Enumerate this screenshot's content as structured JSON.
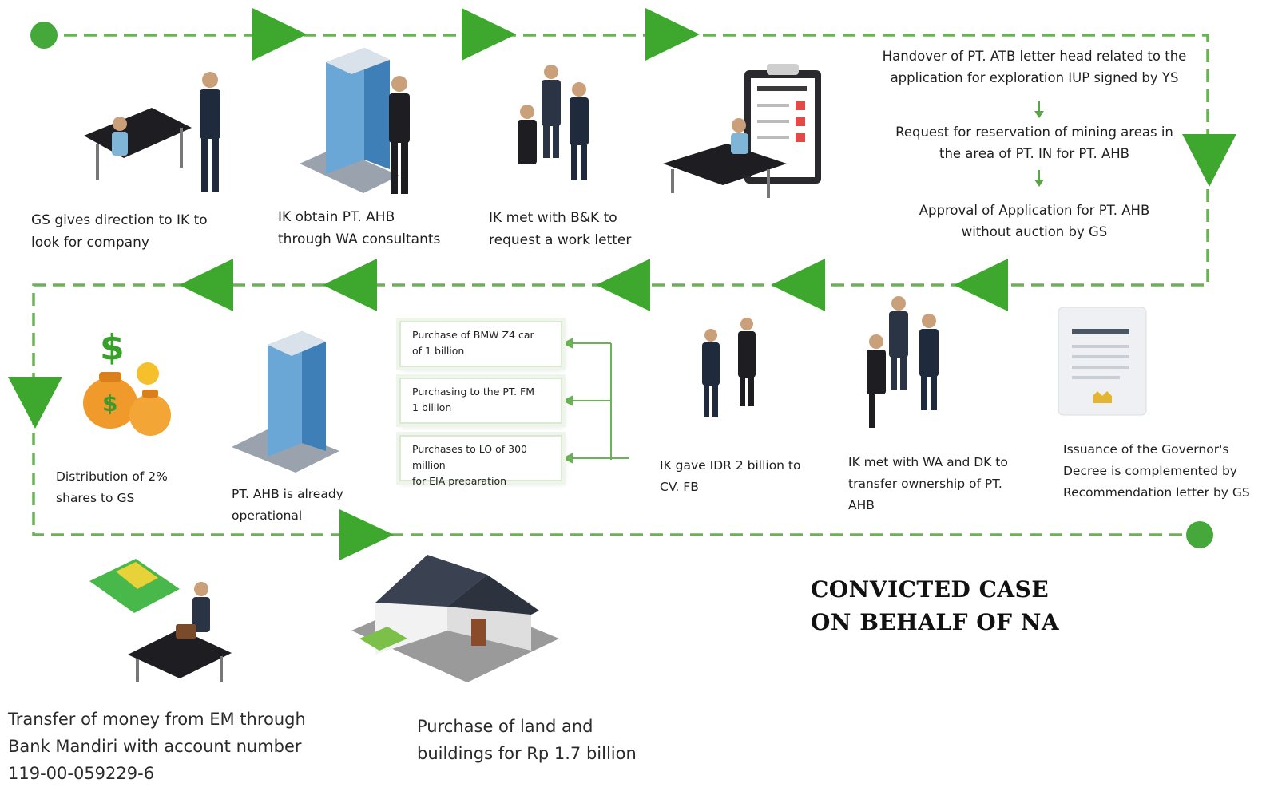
{
  "colors": {
    "flow_line": "#6ab255",
    "arrow": "#3ea82e",
    "dot": "#44a83a"
  },
  "top_row": [
    {
      "label_1": "GS gives direction to IK to",
      "label_2": "look for company",
      "icon": "executive-at-desk-icon"
    },
    {
      "label_1": "IK obtain PT. AHB",
      "label_2": "through WA consultants",
      "icon": "office-building-icon"
    },
    {
      "label_1": "IK met with B&K to",
      "label_2": "request a work letter",
      "icon": "business-handshake-icon"
    },
    {
      "icon": "clipboard-checklist-icon"
    }
  ],
  "process_steps": [
    {
      "line_1": "Handover of PT. ATB letter head related to the",
      "line_2": "application for exploration IUP signed by YS"
    },
    {
      "line_1": "Request for reservation of mining areas in",
      "line_2": "the area of PT. IN for PT. AHB"
    },
    {
      "line_1": "Approval of Application for PT. AHB",
      "line_2": "without auction by GS"
    }
  ],
  "middle_row": [
    {
      "label_1": "Issuance of the Governor's",
      "label_2": "Decree is complemented by",
      "label_3": "Recommendation letter by GS",
      "icon": "decree-document-icon"
    },
    {
      "label_1": "IK met with WA and DK to",
      "label_2": "transfer ownership of PT.",
      "label_3": "AHB",
      "icon": "business-meeting-icon"
    },
    {
      "label_1": "IK gave IDR 2 billion to",
      "label_2": "CV. FB",
      "icon": "two-people-talking-icon"
    },
    {
      "label_1": "PT. AHB is already",
      "label_2": "operational",
      "icon": "office-building-icon"
    },
    {
      "label_1": "Distribution of 2%",
      "label_2": "shares to GS",
      "icon": "money-bags-icon"
    }
  ],
  "purchases": [
    {
      "line_1": "Purchase of BMW Z4 car",
      "line_2": "of 1 billion"
    },
    {
      "line_1": "Purchasing to the PT. FM",
      "line_2": "1 billion"
    },
    {
      "line_1": "Purchases to LO of 300 million",
      "line_2": "for EIA preparation"
    }
  ],
  "bottom_row": [
    {
      "label_1": "Transfer of money from EM through",
      "label_2": "Bank Mandiri with account number",
      "label_3": "119-00-059229-6",
      "icon": "money-transfer-icon"
    },
    {
      "label_1": "Purchase of land and",
      "label_2": "buildings for Rp 1.7 billion",
      "icon": "house-icon"
    }
  ],
  "case_title": {
    "line_1": "CONVICTED CASE",
    "line_2": "ON BEHALF OF NA"
  }
}
